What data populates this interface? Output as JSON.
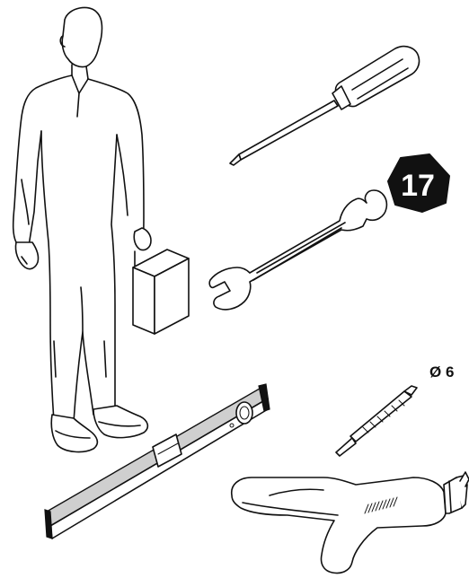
{
  "tools": {
    "wrench_size": "17",
    "drill_bit_size": "Ø 6"
  },
  "colors": {
    "line": "#111111",
    "badge": "#111111",
    "level_body": "#cfcfcf"
  },
  "icons": [
    "person-figure",
    "toolbox",
    "screwdriver",
    "open-end-wrench",
    "spirit-level",
    "drill-bit",
    "power-drill"
  ]
}
